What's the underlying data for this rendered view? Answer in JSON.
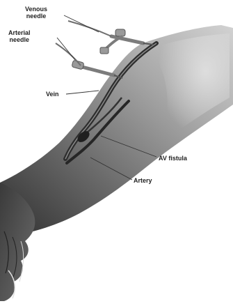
{
  "labels": {
    "venous_needle": [
      "Venous",
      "needle"
    ],
    "arterial_needle": [
      "Arterial",
      "needle"
    ],
    "vein": "Vein",
    "av_fistula": "AV fistula",
    "artery": "Artery"
  },
  "colors": {
    "arm_light": "#bdbdbd",
    "arm_dark": "#4a4a4a",
    "vessel": "#2e2e2e",
    "needle": "#8a8a8a",
    "leader_line": "#333333"
  }
}
